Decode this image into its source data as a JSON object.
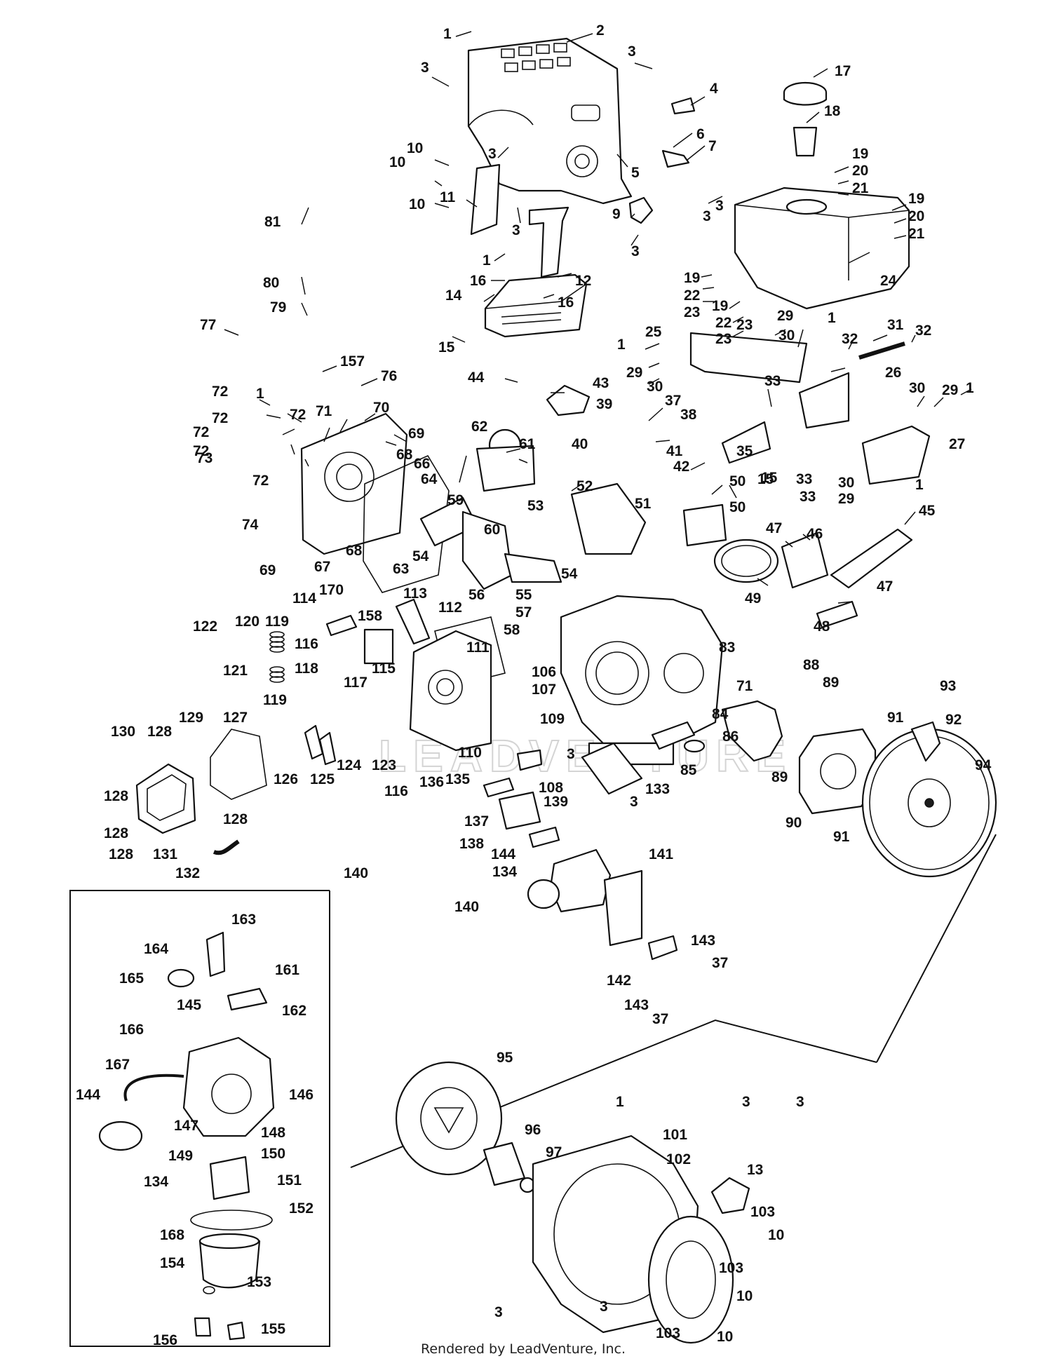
{
  "footer": {
    "credit": "Rendered by LeadVenture, Inc."
  },
  "watermark": "LEADVENTURE",
  "colors": {
    "ink": "#111111",
    "paper": "#ffffff",
    "watermark": "#d4d4d4"
  },
  "callouts": [
    {
      "id": "c1",
      "label": "1"
    },
    {
      "id": "c2",
      "label": "2"
    },
    {
      "id": "c3",
      "label": "3"
    },
    {
      "id": "c4",
      "label": "3"
    },
    {
      "id": "c5",
      "label": "4"
    },
    {
      "id": "c6",
      "label": "5"
    },
    {
      "id": "c7",
      "label": "6"
    },
    {
      "id": "c8",
      "label": "7"
    },
    {
      "id": "c9",
      "label": "3"
    },
    {
      "id": "c10",
      "label": "10"
    },
    {
      "id": "c11",
      "label": "10"
    },
    {
      "id": "c12",
      "label": "11"
    },
    {
      "id": "c13",
      "label": "10"
    },
    {
      "id": "c14",
      "label": "3"
    },
    {
      "id": "c15",
      "label": "9"
    },
    {
      "id": "c16",
      "label": "3"
    },
    {
      "id": "c17",
      "label": "17"
    },
    {
      "id": "c18",
      "label": "18"
    },
    {
      "id": "c19",
      "label": "19"
    },
    {
      "id": "c20",
      "label": "20"
    },
    {
      "id": "c21",
      "label": "21"
    },
    {
      "id": "c22",
      "label": "3"
    },
    {
      "id": "c23",
      "label": "19"
    },
    {
      "id": "c24",
      "label": "20"
    },
    {
      "id": "c25",
      "label": "21"
    },
    {
      "id": "c26",
      "label": "1"
    },
    {
      "id": "c27",
      "label": "16"
    },
    {
      "id": "c28",
      "label": "12"
    },
    {
      "id": "c29",
      "label": "16"
    },
    {
      "id": "c30",
      "label": "14"
    },
    {
      "id": "c31",
      "label": "19"
    },
    {
      "id": "c32",
      "label": "22"
    },
    {
      "id": "c33",
      "label": "23"
    },
    {
      "id": "c34",
      "label": "19"
    },
    {
      "id": "c35",
      "label": "22"
    },
    {
      "id": "c36",
      "label": "23"
    },
    {
      "id": "c37",
      "label": "24"
    },
    {
      "id": "c38",
      "label": "81"
    },
    {
      "id": "c39",
      "label": "80"
    },
    {
      "id": "c40",
      "label": "79"
    },
    {
      "id": "c41",
      "label": "77"
    },
    {
      "id": "c42",
      "label": "157"
    },
    {
      "id": "c43",
      "label": "76"
    },
    {
      "id": "c44",
      "label": "15"
    },
    {
      "id": "c45",
      "label": "44"
    },
    {
      "id": "c46",
      "label": "43"
    },
    {
      "id": "c47",
      "label": "1"
    },
    {
      "id": "c48",
      "label": "25"
    },
    {
      "id": "c49",
      "label": "29"
    },
    {
      "id": "c50",
      "label": "30"
    },
    {
      "id": "c51",
      "label": "29"
    },
    {
      "id": "c52",
      "label": "30"
    },
    {
      "id": "c53",
      "label": "1"
    },
    {
      "id": "c54",
      "label": "32"
    },
    {
      "id": "c55",
      "label": "31"
    },
    {
      "id": "c56",
      "label": "32"
    },
    {
      "id": "c57",
      "label": "26"
    },
    {
      "id": "c58",
      "label": "33"
    },
    {
      "id": "c59",
      "label": "30"
    },
    {
      "id": "c60",
      "label": "29"
    },
    {
      "id": "c61",
      "label": "1"
    },
    {
      "id": "c62",
      "label": "72"
    },
    {
      "id": "c63",
      "label": "1"
    },
    {
      "id": "c64",
      "label": "72"
    },
    {
      "id": "c65",
      "label": "72"
    },
    {
      "id": "c66",
      "label": "72"
    },
    {
      "id": "c67",
      "label": "71"
    },
    {
      "id": "c68",
      "label": "70"
    },
    {
      "id": "c69",
      "label": "69"
    },
    {
      "id": "c70",
      "label": "68"
    },
    {
      "id": "c71",
      "label": "72"
    },
    {
      "id": "c72",
      "label": "73"
    },
    {
      "id": "c73",
      "label": "72"
    },
    {
      "id": "c74",
      "label": "74"
    },
    {
      "id": "c75",
      "label": "62"
    },
    {
      "id": "c76",
      "label": "61"
    },
    {
      "id": "c77",
      "label": "39"
    },
    {
      "id": "c78",
      "label": "37"
    },
    {
      "id": "c79",
      "label": "38"
    },
    {
      "id": "c80",
      "label": "40"
    },
    {
      "id": "c81",
      "label": "41"
    },
    {
      "id": "c82",
      "label": "42"
    },
    {
      "id": "c83",
      "label": "35"
    },
    {
      "id": "c84",
      "label": "15"
    },
    {
      "id": "c85",
      "label": "33"
    },
    {
      "id": "c86",
      "label": "27"
    },
    {
      "id": "c87",
      "label": "30"
    },
    {
      "id": "c88",
      "label": "1"
    },
    {
      "id": "c89",
      "label": "29"
    },
    {
      "id": "c90",
      "label": "66"
    },
    {
      "id": "c91",
      "label": "64"
    },
    {
      "id": "c92",
      "label": "59"
    },
    {
      "id": "c93",
      "label": "68"
    },
    {
      "id": "c94",
      "label": "69"
    },
    {
      "id": "c95",
      "label": "67"
    },
    {
      "id": "c96",
      "label": "170"
    },
    {
      "id": "c97",
      "label": "54"
    },
    {
      "id": "c98",
      "label": "63"
    },
    {
      "id": "c99",
      "label": "60"
    },
    {
      "id": "c100",
      "label": "53"
    },
    {
      "id": "c101",
      "label": "52"
    },
    {
      "id": "c102",
      "label": "51"
    },
    {
      "id": "c103",
      "label": "50"
    },
    {
      "id": "c104",
      "label": "50"
    },
    {
      "id": "c105",
      "label": "47"
    },
    {
      "id": "c106",
      "label": "46"
    },
    {
      "id": "c107",
      "label": "45"
    },
    {
      "id": "c108",
      "label": "54"
    },
    {
      "id": "c109",
      "label": "55"
    },
    {
      "id": "c110",
      "label": "56"
    },
    {
      "id": "c111",
      "label": "57"
    },
    {
      "id": "c112",
      "label": "58"
    },
    {
      "id": "c113",
      "label": "49"
    },
    {
      "id": "c114",
      "label": "47"
    },
    {
      "id": "c115",
      "label": "48"
    },
    {
      "id": "c116",
      "label": "114"
    },
    {
      "id": "c117",
      "label": "113"
    },
    {
      "id": "c118",
      "label": "112"
    },
    {
      "id": "c119",
      "label": "111"
    },
    {
      "id": "c120",
      "label": "158"
    },
    {
      "id": "c121",
      "label": "116"
    },
    {
      "id": "c122",
      "label": "115"
    },
    {
      "id": "c123",
      "label": "122"
    },
    {
      "id": "c124",
      "label": "120"
    },
    {
      "id": "c125",
      "label": "119"
    },
    {
      "id": "c126",
      "label": "121"
    },
    {
      "id": "c127",
      "label": "119"
    },
    {
      "id": "c128",
      "label": "118"
    },
    {
      "id": "c129",
      "label": "117"
    },
    {
      "id": "c130",
      "label": "106"
    },
    {
      "id": "c131",
      "label": "107"
    },
    {
      "id": "c132",
      "label": "109"
    },
    {
      "id": "c133",
      "label": "83"
    },
    {
      "id": "c134",
      "label": "71"
    },
    {
      "id": "c135",
      "label": "88"
    },
    {
      "id": "c136",
      "label": "89"
    },
    {
      "id": "c137",
      "label": "93"
    },
    {
      "id": "c138",
      "label": "91"
    },
    {
      "id": "c139",
      "label": "92"
    },
    {
      "id": "c140",
      "label": "130"
    },
    {
      "id": "c141",
      "label": "128"
    },
    {
      "id": "c142",
      "label": "129"
    },
    {
      "id": "c143",
      "label": "127"
    },
    {
      "id": "c144",
      "label": "125"
    },
    {
      "id": "c145",
      "label": "126"
    },
    {
      "id": "c146",
      "label": "124"
    },
    {
      "id": "c147",
      "label": "123"
    },
    {
      "id": "c148",
      "label": "116"
    },
    {
      "id": "c149",
      "label": "136"
    },
    {
      "id": "c150",
      "label": "110"
    },
    {
      "id": "c151",
      "label": "84"
    },
    {
      "id": "c152",
      "label": "86"
    },
    {
      "id": "c153",
      "label": "85"
    },
    {
      "id": "c154",
      "label": "3"
    },
    {
      "id": "c155",
      "label": "108"
    },
    {
      "id": "c156",
      "label": "133"
    },
    {
      "id": "c157",
      "label": "3"
    },
    {
      "id": "c158",
      "label": "89"
    },
    {
      "id": "c159",
      "label": "94"
    },
    {
      "id": "c160",
      "label": "128"
    },
    {
      "id": "c161",
      "label": "128"
    },
    {
      "id": "c162",
      "label": "128"
    },
    {
      "id": "c163",
      "label": "128"
    },
    {
      "id": "c164",
      "label": "131"
    },
    {
      "id": "c165",
      "label": "132"
    },
    {
      "id": "c166",
      "label": "135"
    },
    {
      "id": "c167",
      "label": "137"
    },
    {
      "id": "c168",
      "label": "139"
    },
    {
      "id": "c169",
      "label": "138"
    },
    {
      "id": "c170",
      "label": "144"
    },
    {
      "id": "c171",
      "label": "134"
    },
    {
      "id": "c172",
      "label": "140"
    },
    {
      "id": "c173",
      "label": "141"
    },
    {
      "id": "c174",
      "label": "90"
    },
    {
      "id": "c175",
      "label": "91"
    },
    {
      "id": "c176",
      "label": "143"
    },
    {
      "id": "c177",
      "label": "37"
    },
    {
      "id": "c178",
      "label": "142"
    },
    {
      "id": "c179",
      "label": "143"
    },
    {
      "id": "c180",
      "label": "37"
    },
    {
      "id": "c181",
      "label": "140"
    },
    {
      "id": "c182",
      "label": "163"
    },
    {
      "id": "c183",
      "label": "164"
    },
    {
      "id": "c184",
      "label": "165"
    },
    {
      "id": "c185",
      "label": "161"
    },
    {
      "id": "c186",
      "label": "145"
    },
    {
      "id": "c187",
      "label": "162"
    },
    {
      "id": "c188",
      "label": "166"
    },
    {
      "id": "c189",
      "label": "167"
    },
    {
      "id": "c190",
      "label": "144"
    },
    {
      "id": "c191",
      "label": "146"
    },
    {
      "id": "c192",
      "label": "147"
    },
    {
      "id": "c193",
      "label": "148"
    },
    {
      "id": "c194",
      "label": "149"
    },
    {
      "id": "c195",
      "label": "150"
    },
    {
      "id": "c196",
      "label": "134"
    },
    {
      "id": "c197",
      "label": "151"
    },
    {
      "id": "c198",
      "label": "152"
    },
    {
      "id": "c199",
      "label": "168"
    },
    {
      "id": "c200",
      "label": "154"
    },
    {
      "id": "c201",
      "label": "153"
    },
    {
      "id": "c202",
      "label": "156"
    },
    {
      "id": "c203",
      "label": "155"
    },
    {
      "id": "c204",
      "label": "95"
    },
    {
      "id": "c205",
      "label": "1"
    },
    {
      "id": "c206",
      "label": "3"
    },
    {
      "id": "c207",
      "label": "3"
    },
    {
      "id": "c208",
      "label": "96"
    },
    {
      "id": "c209",
      "label": "97"
    },
    {
      "id": "c210",
      "label": "101"
    },
    {
      "id": "c211",
      "label": "102"
    },
    {
      "id": "c212",
      "label": "13"
    },
    {
      "id": "c213",
      "label": "103"
    },
    {
      "id": "c214",
      "label": "10"
    },
    {
      "id": "c215",
      "label": "103"
    },
    {
      "id": "c216",
      "label": "10"
    },
    {
      "id": "c217",
      "label": "3"
    },
    {
      "id": "c218",
      "label": "3"
    },
    {
      "id": "c219",
      "label": "103"
    },
    {
      "id": "c220",
      "label": "10"
    },
    {
      "id": "c221",
      "label": "23"
    },
    {
      "id": "c222",
      "label": "15"
    },
    {
      "id": "c223",
      "label": "33"
    },
    {
      "id": "c224",
      "label": "3"
    }
  ]
}
